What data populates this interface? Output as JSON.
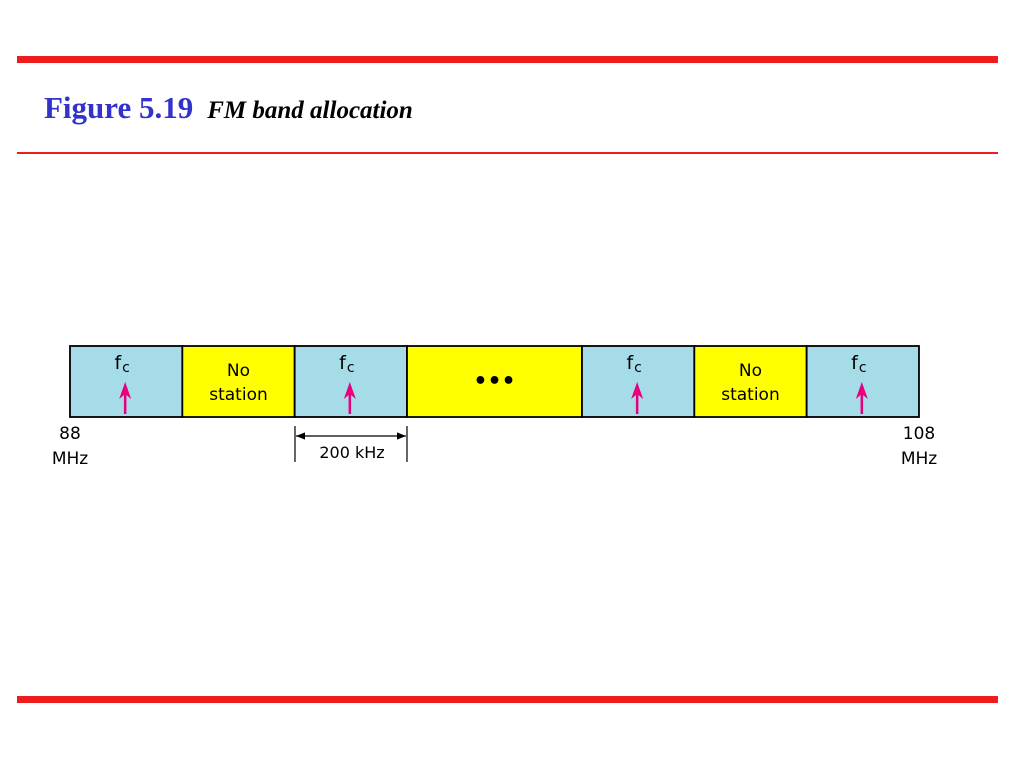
{
  "slide": {
    "figure_label": "Figure 5.19",
    "figure_caption": "FM band allocation"
  },
  "colors": {
    "rule": "#ee1c1c",
    "title": "#3333cc",
    "station_cell": "#a6dbe8",
    "empty_cell": "#ffff00",
    "carrier_arrow": "#e6007e"
  },
  "band": {
    "cells": [
      {
        "kind": "station",
        "label": "f",
        "subscript": "c"
      },
      {
        "kind": "empty",
        "label_line1": "No",
        "label_line2": "station"
      },
      {
        "kind": "station",
        "label": "f",
        "subscript": "c"
      },
      {
        "kind": "gap",
        "label": "•••"
      },
      {
        "kind": "station",
        "label": "f",
        "subscript": "c"
      },
      {
        "kind": "empty",
        "label_line1": "No",
        "label_line2": "station"
      },
      {
        "kind": "station",
        "label": "f",
        "subscript": "c"
      }
    ],
    "start_value": "88",
    "start_unit": "MHz",
    "end_value": "108",
    "end_unit": "MHz",
    "channel_width": "200 kHz"
  }
}
